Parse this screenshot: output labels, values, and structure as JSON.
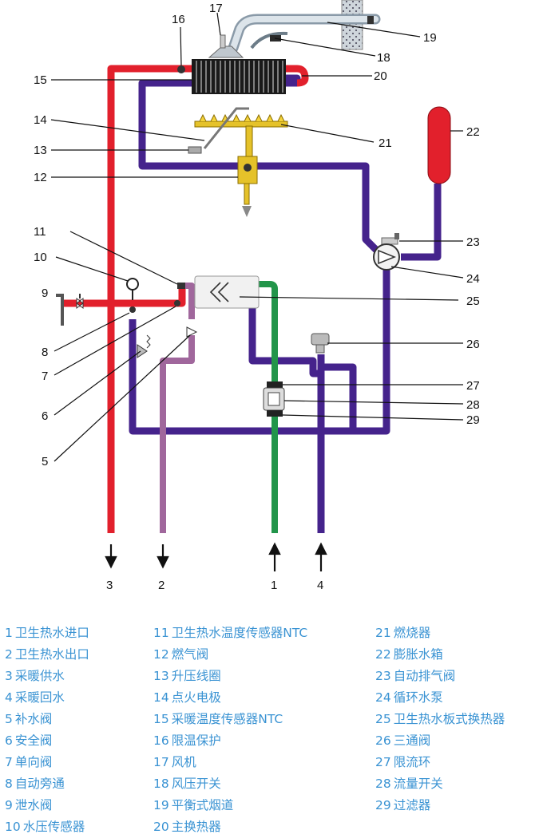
{
  "callouts": [
    "1",
    "2",
    "3",
    "4",
    "5",
    "6",
    "7",
    "8",
    "9",
    "10",
    "11",
    "12",
    "13",
    "14",
    "15",
    "16",
    "17",
    "18",
    "19",
    "20",
    "21",
    "22",
    "23",
    "24",
    "25",
    "26",
    "27",
    "28",
    "29"
  ],
  "legend": {
    "col1": [
      {
        "num": "1",
        "text": "卫生热水进口"
      },
      {
        "num": "2",
        "text": "卫生热水出口"
      },
      {
        "num": "3",
        "text": "采暖供水"
      },
      {
        "num": "4",
        "text": "采暖回水"
      },
      {
        "num": "5",
        "text": "补水阀"
      },
      {
        "num": "6",
        "text": "安全阀"
      },
      {
        "num": "7",
        "text": "单向阀"
      },
      {
        "num": "8",
        "text": "自动旁通"
      },
      {
        "num": "9",
        "text": "泄水阀"
      },
      {
        "num": "10",
        "text": "水压传感器"
      }
    ],
    "col2": [
      {
        "num": "11",
        "text": "卫生热水温度传感器NTC"
      },
      {
        "num": "12",
        "text": "燃气阀"
      },
      {
        "num": "13",
        "text": "升压线圈"
      },
      {
        "num": "14",
        "text": "点火电极"
      },
      {
        "num": "15",
        "text": "采暖温度传感器NTC"
      },
      {
        "num": "16",
        "text": "限温保护"
      },
      {
        "num": "17",
        "text": "风机"
      },
      {
        "num": "18",
        "text": "风压开关"
      },
      {
        "num": "19",
        "text": "平衡式烟道"
      },
      {
        "num": "20",
        "text": "主换热器"
      }
    ],
    "col3": [
      {
        "num": "21",
        "text": "燃烧器"
      },
      {
        "num": "22",
        "text": "膨胀水箱"
      },
      {
        "num": "23",
        "text": "自动排气阀"
      },
      {
        "num": "24",
        "text": "循环水泵"
      },
      {
        "num": "25",
        "text": "卫生热水板式换热器"
      },
      {
        "num": "26",
        "text": "三通阀"
      },
      {
        "num": "27",
        "text": "限流环"
      },
      {
        "num": "28",
        "text": "流量开关"
      },
      {
        "num": "29",
        "text": "过滤器"
      }
    ]
  },
  "colors": {
    "supply_red": "#e2202c",
    "return_purple": "#45238c",
    "dhw_out_violet": "#a0679c",
    "cold_in_green": "#22954a",
    "legend_blue": "#3a93d3"
  }
}
